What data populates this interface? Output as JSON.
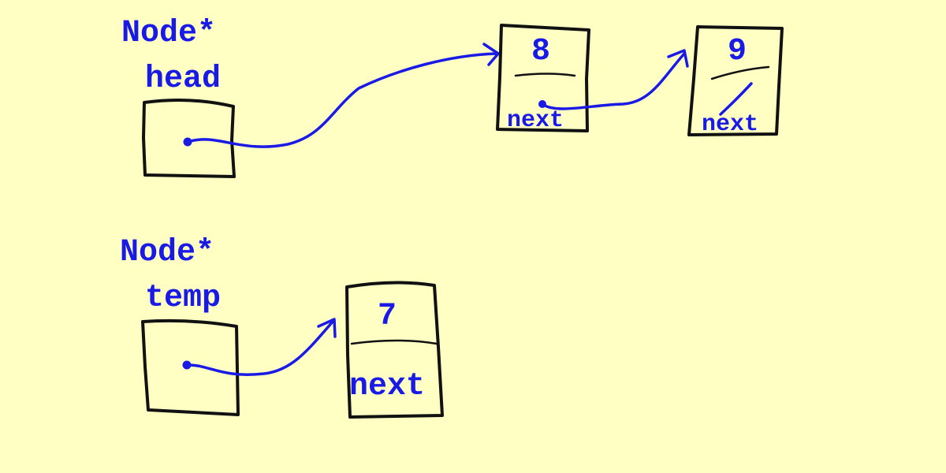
{
  "colors": {
    "background": "#ffffc4",
    "ink_blue": "#1a1ae6",
    "ink_black": "#111111"
  },
  "head_pointer": {
    "type_label": "Node*",
    "var_label": "head"
  },
  "temp_pointer": {
    "type_label": "Node*",
    "var_label": "temp"
  },
  "nodes": [
    {
      "value": "8",
      "next_label": "next",
      "next_state": "points-to-node-9"
    },
    {
      "value": "9",
      "next_label": "next",
      "next_state": "null-slash"
    },
    {
      "value": "7",
      "next_label": "next",
      "next_state": "empty"
    }
  ]
}
